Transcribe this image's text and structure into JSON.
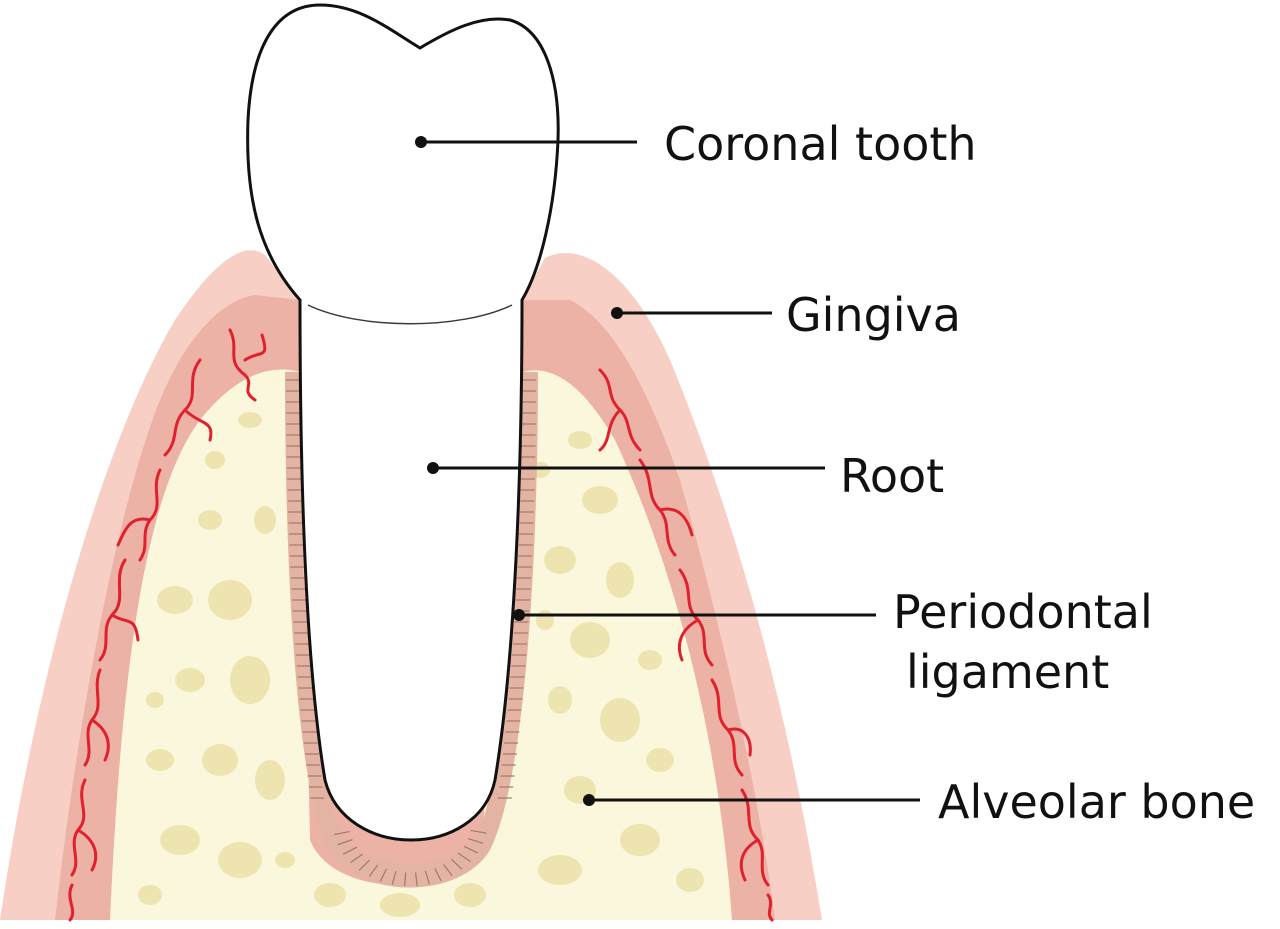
{
  "labels": {
    "coronal_tooth": "Coronal tooth",
    "gingiva": "Gingiva",
    "root": "Root",
    "periodontal_line1": "Periodontal",
    "periodontal_line2": "ligament",
    "alveolar_bone": "Alveolar bone"
  },
  "colors": {
    "gingiva_outer": "#f7cfc4",
    "gingiva_inner": "#ecb2a5",
    "vessel": "#e0202c",
    "bone": "#fbf7dc",
    "bone_pores": "#eee4b0",
    "ligament": "#e3b3a3",
    "ligament_fibers": "#a57868",
    "tooth": "#ffffff",
    "outline": "#111111",
    "leader": "#111111"
  }
}
